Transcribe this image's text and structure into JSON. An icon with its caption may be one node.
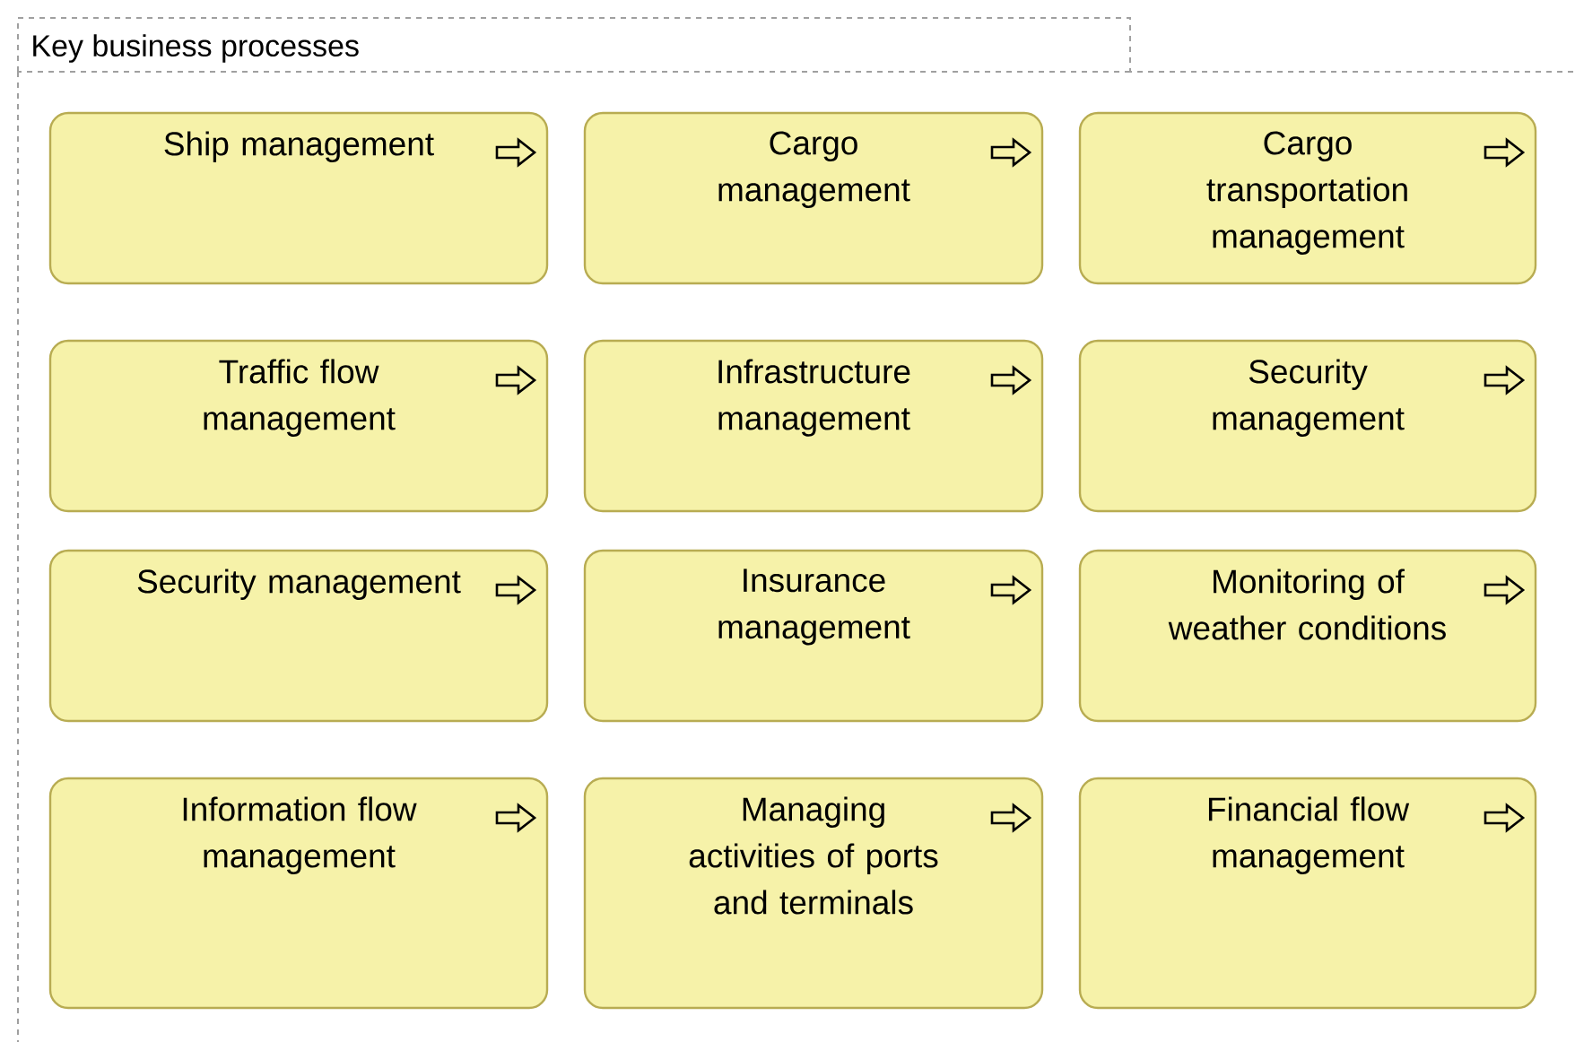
{
  "diagram": {
    "nodes": [
      {
        "text": [
          "Key business processes"
        ]
      },
      {
        "text": [
          "Ship management"
        ],
        "in": 0
      },
      {
        "text": [
          "Cargo management"
        ],
        "in": 0
      },
      {
        "text": [
          "Cargo transportation management"
        ],
        "in": 0
      },
      {
        "text": [
          "Traffic flow management"
        ],
        "in": 0
      },
      {
        "text": [
          "Infrastructure management"
        ],
        "in": 0
      },
      {
        "text": [
          "Security management"
        ],
        "in": 0
      },
      {
        "text": [
          "Security management"
        ],
        "in": 0
      },
      {
        "text": [
          "Insurance management"
        ],
        "in": 0
      },
      {
        "text": [
          "Monitoring of weather conditions"
        ],
        "in": 0
      },
      {
        "text": [
          "Information flow management"
        ],
        "in": 0
      },
      {
        "text": [
          "Managing activities of ports and terminals"
        ],
        "in": 0
      },
      {
        "text": [
          "Financial flow management"
        ],
        "in": 0
      }
    ]
  }
}
